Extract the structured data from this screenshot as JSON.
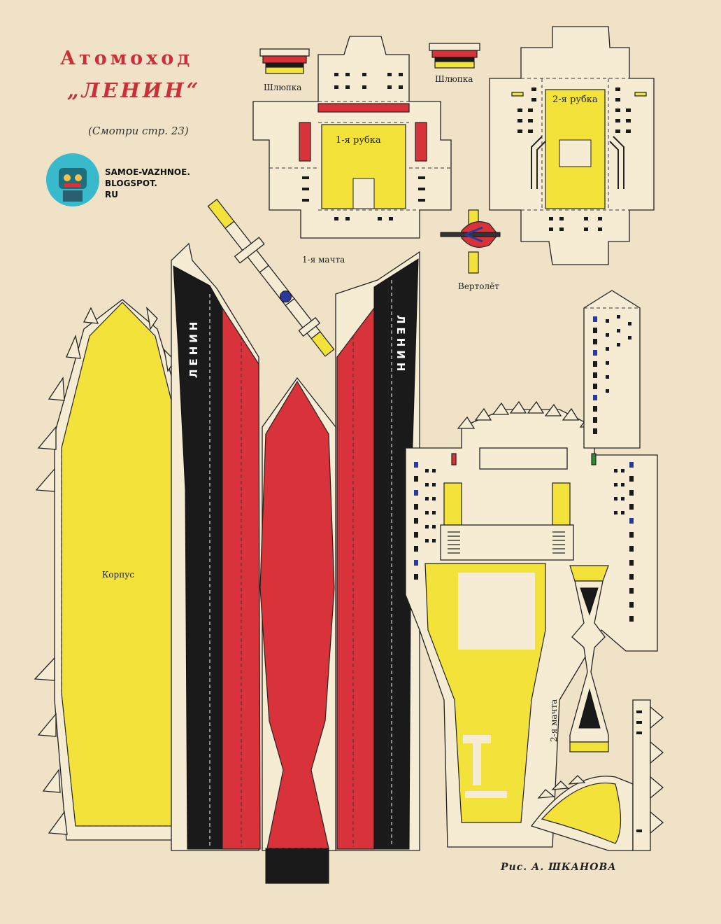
{
  "title": {
    "line1": "Атомоход",
    "line2": "„ЛЕНИН“"
  },
  "subtitle": "(Смотри стр. 23)",
  "watermark": {
    "line1": "SAMOE-VAZHNOE.",
    "line2": "BLOGSPOT.",
    "line3": "RU",
    "icon": "robot-icon"
  },
  "labels": {
    "boat_left": "Шлюпка",
    "boat_right": "Шлюпка",
    "cabin1": "1-я рубка",
    "cabin2": "2-я рубка",
    "mast1": "1-я мачта",
    "helicopter": "Вертолёт",
    "hull": "Корпус",
    "mast2": "2-я мачта"
  },
  "ship_name_left": "ЛЕНИН",
  "ship_name_right": "ЛЕНИН",
  "credit": "Рис. А. ШКАНОВА",
  "colors": {
    "paper": "#efe2c6",
    "yellow": "#f2e23a",
    "red": "#d8333a",
    "black": "#1a1a1a",
    "blue": "#2a3a9a"
  }
}
